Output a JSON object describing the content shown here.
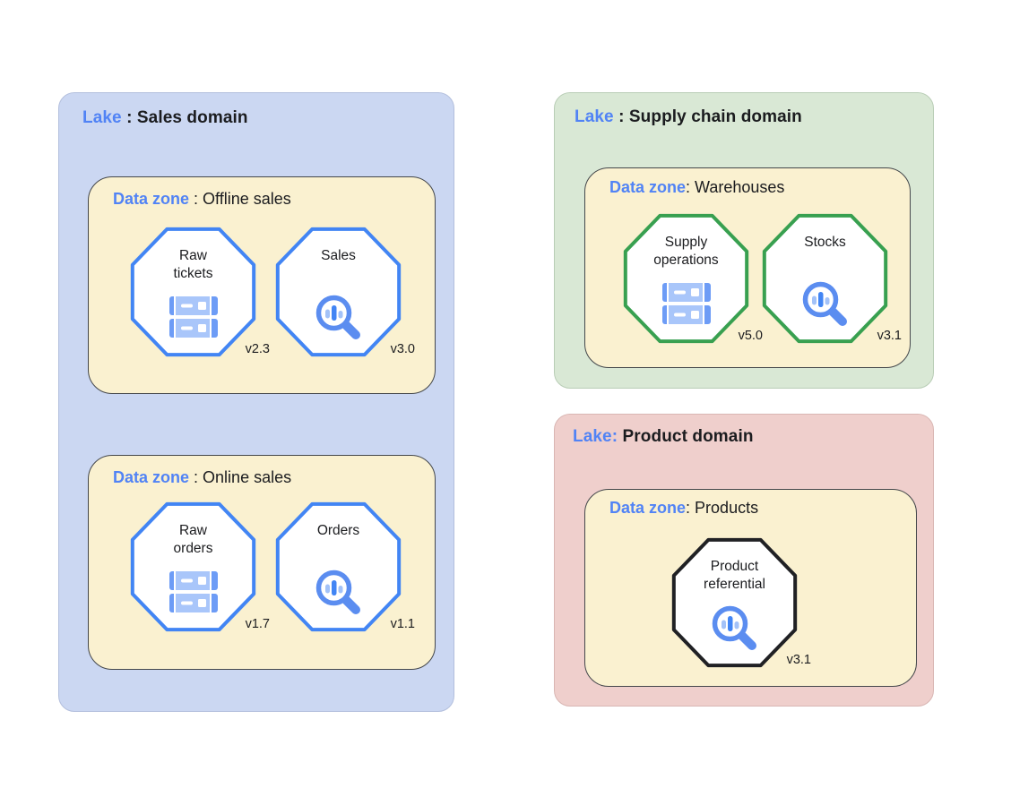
{
  "palette": {
    "accent_blue": "#5183F5",
    "lake_sales_bg": "#CBD7F2",
    "lake_supply_bg": "#D9E8D5",
    "lake_product_bg": "#EFCFCC",
    "zone_bg": "#FAF1D0",
    "octagon_blue_border": "#4285F4",
    "octagon_green_border": "#38A050",
    "octagon_black_border": "#202124",
    "icon_blue": "#5B8DF0"
  },
  "lakes": [
    {
      "title": {
        "label": "Lake",
        "sep": " : ",
        "name": "Sales domain"
      },
      "zones": [
        {
          "title": {
            "label": "Data zone",
            "sep": " : ",
            "name": "Offline sales"
          },
          "nodes": [
            {
              "label": "Raw\ntickets",
              "version": "v2.3",
              "icon": "storage-icon",
              "border_color": "#4285F4"
            },
            {
              "label": "Sales",
              "version": "v3.0",
              "icon": "search-analytics-icon",
              "border_color": "#4285F4"
            }
          ]
        },
        {
          "title": {
            "label": "Data zone",
            "sep": " : ",
            "name": "Online sales"
          },
          "nodes": [
            {
              "label": "Raw\norders",
              "version": "v1.7",
              "icon": "storage-icon",
              "border_color": "#4285F4"
            },
            {
              "label": "Orders",
              "version": "v1.1",
              "icon": "search-analytics-icon",
              "border_color": "#4285F4"
            }
          ]
        }
      ]
    },
    {
      "title": {
        "label": "Lake",
        "sep": " : ",
        "name": "Supply chain domain"
      },
      "zones": [
        {
          "title": {
            "label": "Data zone",
            "sep": ": ",
            "name": "Warehouses"
          },
          "nodes": [
            {
              "label": "Supply\noperations",
              "version": "v5.0",
              "icon": "storage-icon",
              "border_color": "#38A050"
            },
            {
              "label": "Stocks",
              "version": "v3.1",
              "icon": "search-analytics-icon",
              "border_color": "#38A050"
            }
          ]
        }
      ]
    },
    {
      "title": {
        "label": "Lake:",
        "sep": " ",
        "name": "Product domain"
      },
      "zones": [
        {
          "title": {
            "label": "Data zone",
            "sep": ": ",
            "name": "Products"
          },
          "nodes": [
            {
              "label": "Product\nreferential",
              "version": "v3.1",
              "icon": "search-analytics-icon",
              "border_color": "#202124"
            }
          ]
        }
      ]
    }
  ]
}
